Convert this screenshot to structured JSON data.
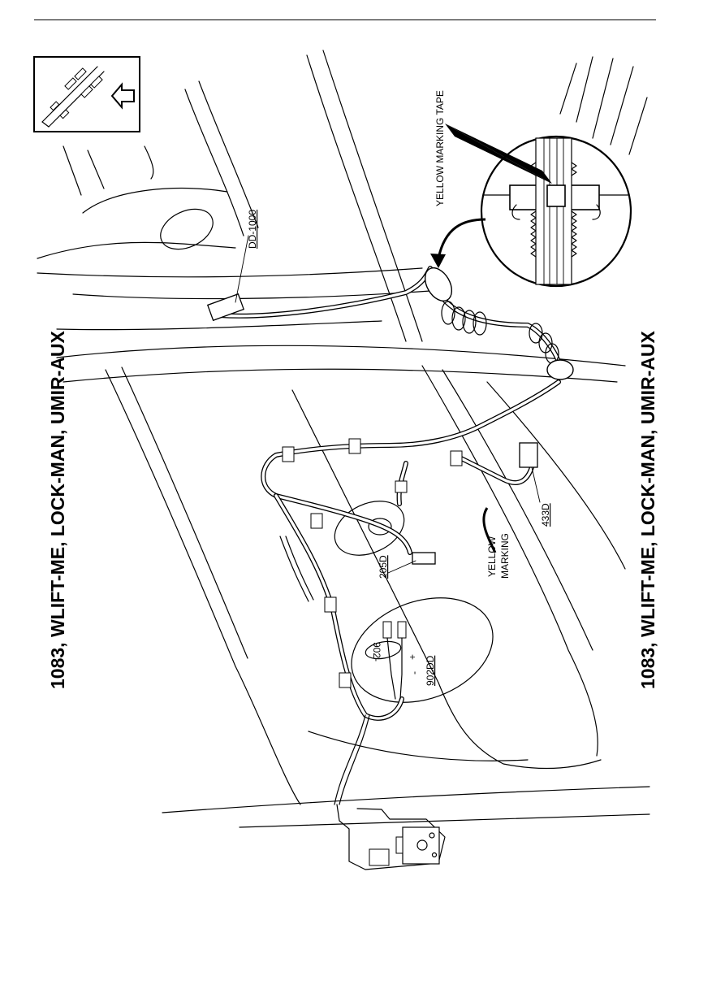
{
  "headings": {
    "left": "1083, WLIFT-ME, LOCK-MAN, UMIR-AUX",
    "right": "1083, WLIFT-ME, LOCK-MAN, UMIR-AUX"
  },
  "callouts": {
    "yellow_marking_tape": "YELLOW  MARKING TAPE",
    "dd1000": "DD-1000",
    "d205": "205D",
    "dd902": "902DD",
    "d433": "433D",
    "yellow": "YELLOW",
    "marking": "MARKING",
    "plus": "+",
    "minus": "-",
    "tag902": "902-"
  },
  "icons": {
    "orientation": "vehicle-orientation-icon",
    "arrow": "direction-arrow-icon"
  }
}
